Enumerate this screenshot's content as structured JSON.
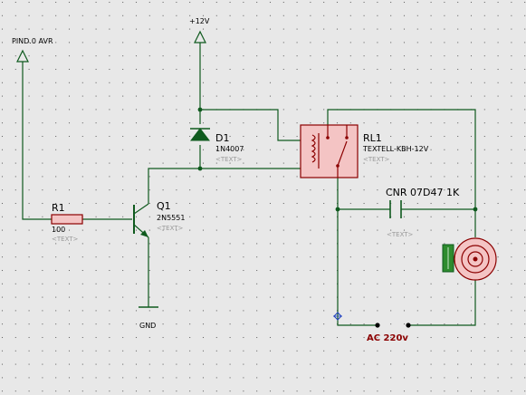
{
  "components": {
    "avr_pin": {
      "label": "PIND.0 AVR"
    },
    "supply": {
      "label": "+12V"
    },
    "ground": {
      "label": "GND"
    },
    "d1": {
      "ref": "D1",
      "value": "1N4007",
      "text": "<TEXT>"
    },
    "rl1": {
      "ref": "RL1",
      "value": "TEXTELL-KBH-12V",
      "text": "<TEXT>"
    },
    "r1": {
      "ref": "R1",
      "value": "100",
      "text": "<TEXT>"
    },
    "q1": {
      "ref": "Q1",
      "value": "2N5551",
      "text": "<TEXT>"
    },
    "cap": {
      "label": "CNR 07D47 1K",
      "text": "<TEXT>"
    },
    "ac": {
      "label": "AC 220v"
    }
  },
  "colors": {
    "background": "#e8e8e8",
    "grid_dot": "#555555",
    "wire": "#0f5a1e",
    "component": "#8b0000",
    "relay_body": "#f4c4c4",
    "motor_terminal": "#2e8b2e",
    "placeholder": "#999999"
  }
}
